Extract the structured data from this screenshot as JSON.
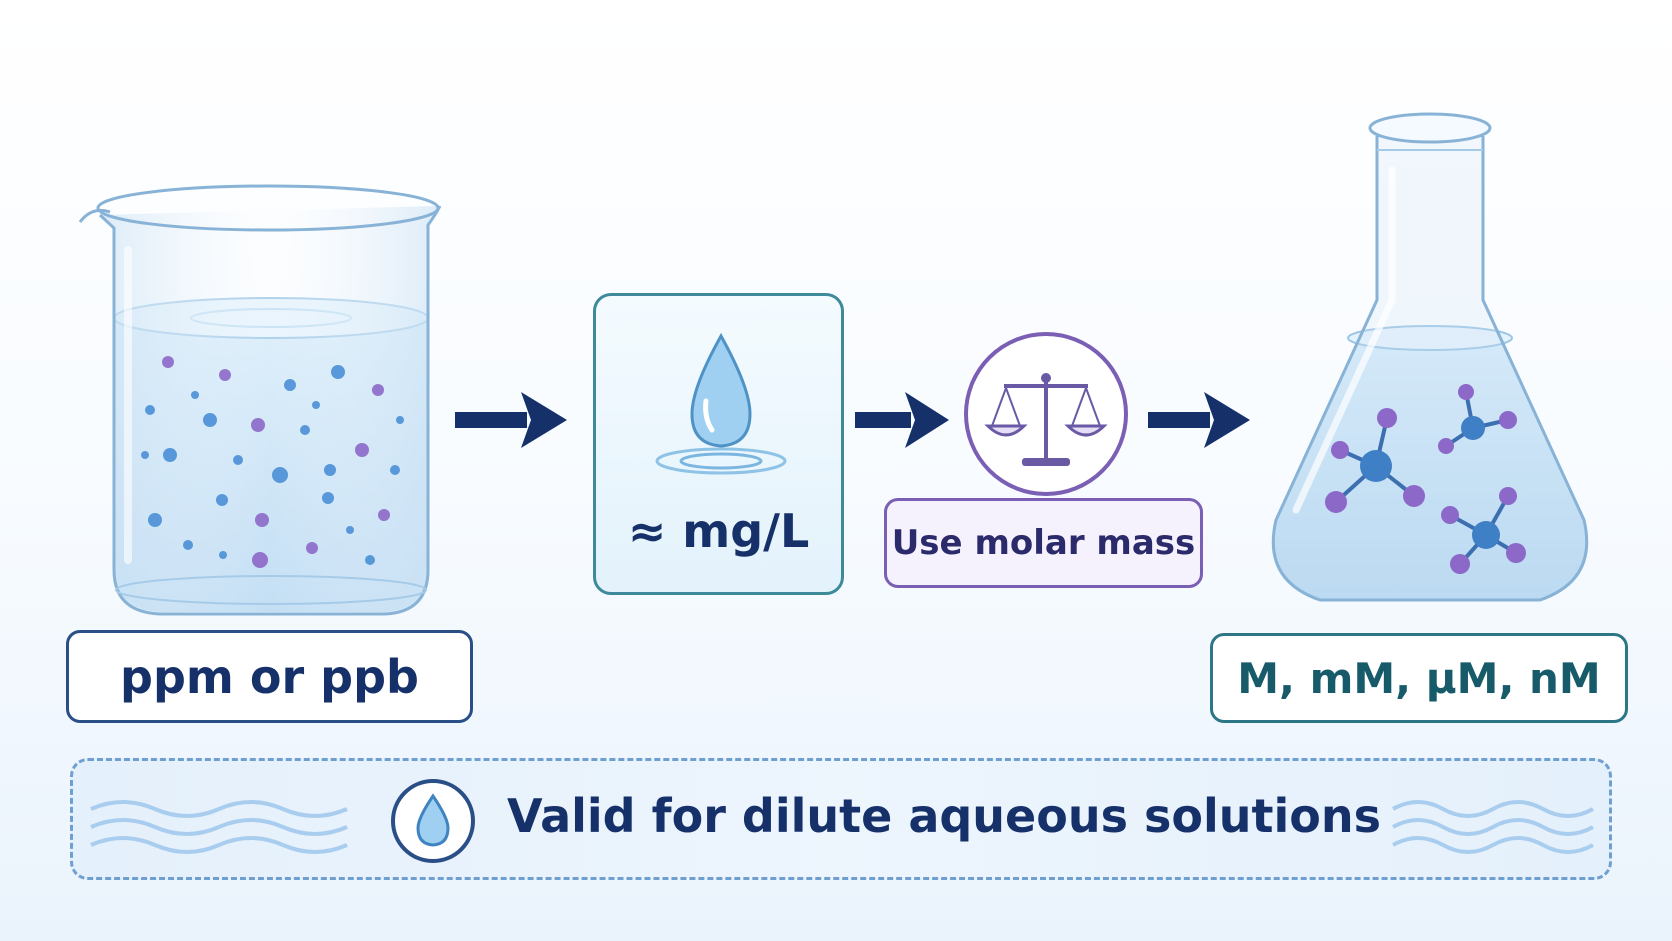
{
  "steps": {
    "source_label": "ppm or ppb",
    "intermediate_label": "≈ mg/L",
    "conversion_label": "Use molar mass",
    "target_label": "M, mM, µM, nM"
  },
  "note": {
    "text": "Valid for dilute aqueous solutions"
  },
  "icons": {
    "beaker": "beaker-icon",
    "drop": "water-drop-icon",
    "scale": "balance-scale-icon",
    "flask": "erlenmeyer-flask-icon",
    "molecule": "molecule-icon",
    "arrow": "arrow-right-icon"
  },
  "colors": {
    "navy": "#16306a",
    "teal": "#2c7686",
    "purple": "#7a5fb5",
    "water": "#bcdcf4"
  }
}
